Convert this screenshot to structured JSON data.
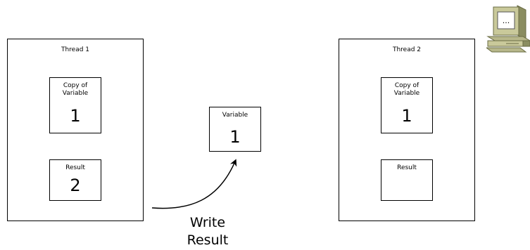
{
  "threads": [
    {
      "title": "Thread 1",
      "copy_box": {
        "label": "Copy of\nVariable",
        "value": "1"
      },
      "result_box": {
        "label": "Result",
        "value": "2"
      }
    },
    {
      "title": "Thread 2",
      "copy_box": {
        "label": "Copy of\nVariable",
        "value": "1"
      },
      "result_box": {
        "label": "Result",
        "value": ""
      }
    }
  ],
  "shared_variable": {
    "label": "Variable",
    "value": "1"
  },
  "arrow_label": "Write\nResult",
  "icons": {
    "computer": "computer-icon"
  }
}
